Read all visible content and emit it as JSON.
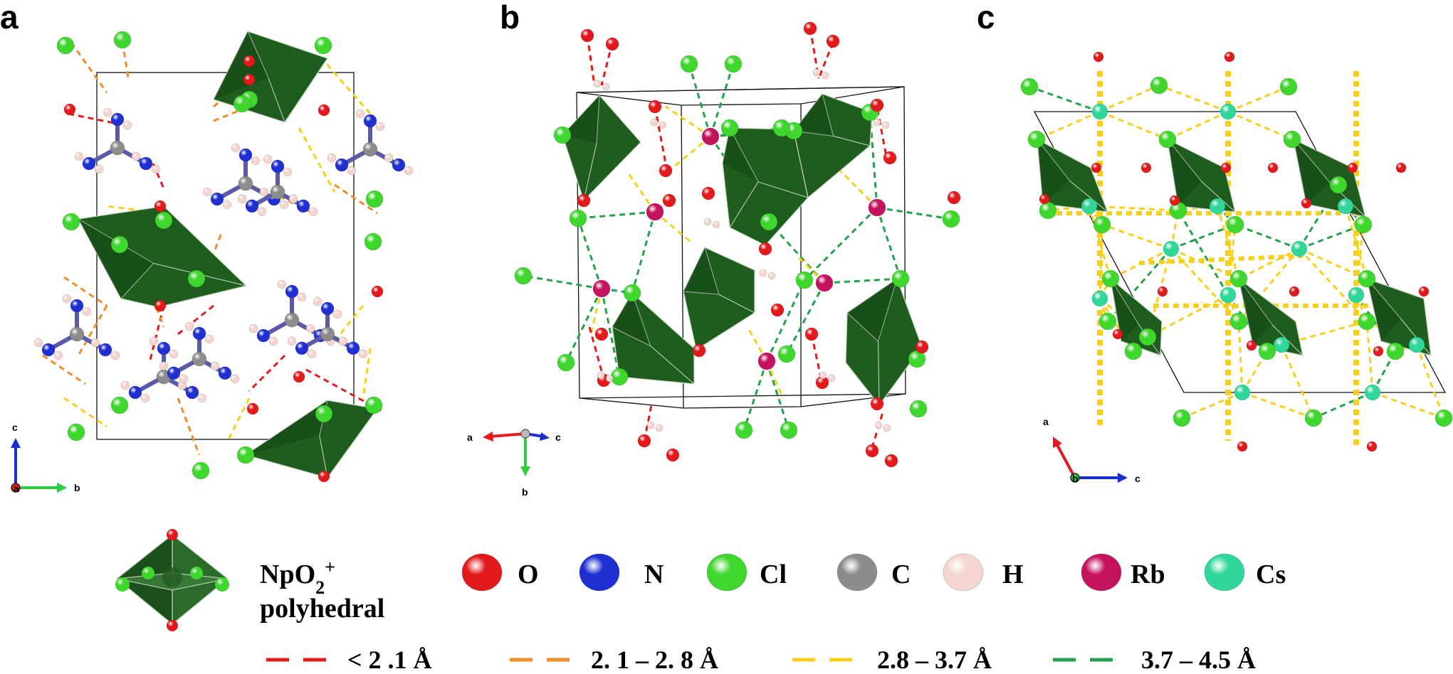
{
  "panels": {
    "a": {
      "letter": "a",
      "axes": {
        "up": "c",
        "right": "b",
        "origin": "a"
      }
    },
    "b": {
      "letter": "b",
      "axes": {
        "left": "a",
        "down": "b",
        "into": "c"
      }
    },
    "c": {
      "letter": "c",
      "axes": {
        "up": "a",
        "right": "c",
        "origin": "b"
      }
    }
  },
  "legend": {
    "polyhedron": {
      "line1": "NpO",
      "sub": "2",
      "sup": "+",
      "line2": "polyhedral"
    },
    "atoms": [
      {
        "symbol": "O",
        "color": "#e31a1c"
      },
      {
        "symbol": "N",
        "color": "#1f2fd1"
      },
      {
        "symbol": "Cl",
        "color": "#3fd62e"
      },
      {
        "symbol": "C",
        "color": "#8c8c8c"
      },
      {
        "symbol": "H",
        "color": "#f4d5d0"
      },
      {
        "symbol": "Rb",
        "color": "#c4135e"
      },
      {
        "symbol": "Cs",
        "color": "#2fd79a"
      }
    ],
    "bonds": [
      {
        "label": "< 2 .1 Å",
        "color": "#e31a1c"
      },
      {
        "label": "2. 1 – 2. 8 Å",
        "color": "#f28c28"
      },
      {
        "label": "2.8 – 3.7 Å",
        "color": "#f7cf1c"
      },
      {
        "label": "3.7 – 4.5 Å",
        "color": "#22a24a"
      }
    ]
  },
  "colors": {
    "polyhedron_fill": "#1f5d1f",
    "polyhedron_dark": "#123d12",
    "axis_red": "#e31a1c",
    "axis_green": "#2ecc40",
    "axis_blue": "#1a2fd0"
  }
}
